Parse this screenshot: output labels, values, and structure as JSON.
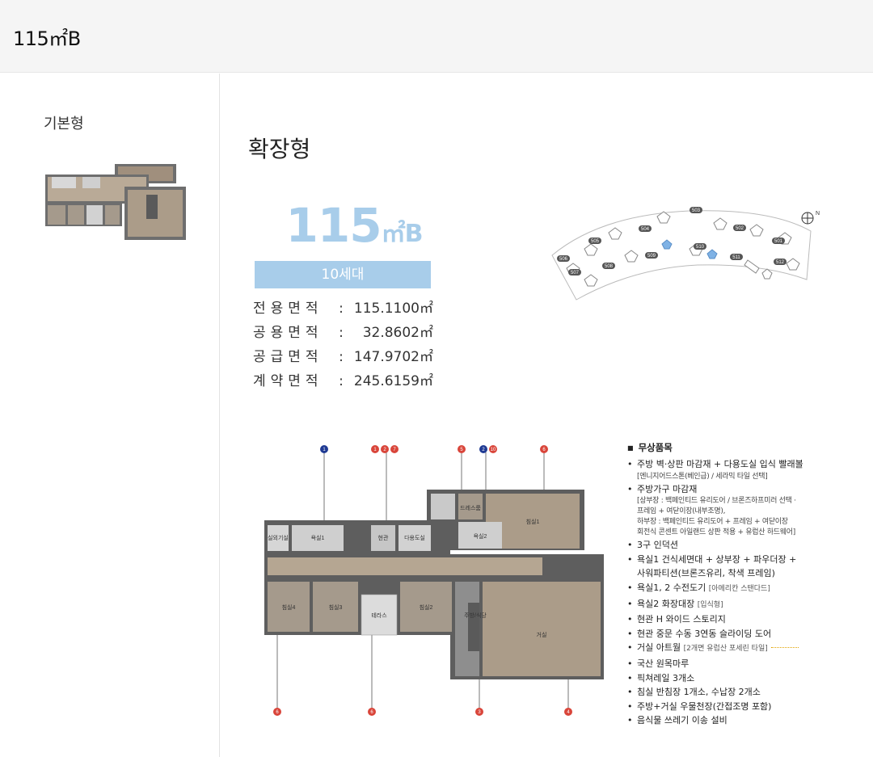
{
  "header": {
    "title": "115㎡B"
  },
  "left": {
    "label": "기본형"
  },
  "main": {
    "heading": "확장형",
    "type_number": "115",
    "type_unit": "㎡B",
    "units": "10세대",
    "areas": [
      {
        "label": "전용면적",
        "value": "115.1100㎡"
      },
      {
        "label": "공용면적",
        "value": "32.8602㎡"
      },
      {
        "label": "공급면적",
        "value": "147.9702㎡"
      },
      {
        "label": "계약면적",
        "value": "245.6159㎡"
      }
    ]
  },
  "site_map": {
    "buildings": [
      "503",
      "504",
      "505",
      "506",
      "507",
      "508",
      "509",
      "510",
      "511",
      "502",
      "501",
      "512"
    ],
    "highlight_color": "#7fb2e5",
    "compass": "N"
  },
  "plan": {
    "rooms": {
      "utility": "실외기실",
      "bath1": "욕실1",
      "entrance": "현관",
      "storage": "다용도실",
      "dress": "드레스룸",
      "bath2": "욕실2",
      "bed1": "침실1",
      "bed4": "침실4",
      "bed3": "침실3",
      "terrace": "테라스",
      "bed2": "침실2",
      "kitchen": "주방/식당",
      "living": "거실"
    },
    "markers_top": [
      {
        "nums": [
          "1"
        ],
        "color": "#1f3a93"
      },
      {
        "nums": [
          "1",
          "2",
          "7"
        ],
        "color": "#d9453a"
      },
      {
        "nums": [
          "5"
        ],
        "color": "#d9453a"
      },
      {
        "nums": [
          "2",
          "10"
        ],
        "color": "#1f3a93"
      },
      {
        "nums": [
          "6"
        ],
        "color": "#d9453a"
      }
    ],
    "markers_bottom": [
      "6",
      "6",
      "3",
      "4"
    ],
    "marker_red": "#d9453a",
    "marker_blue": "#1f3a93"
  },
  "options": {
    "title": "무상품목",
    "items": [
      {
        "text": "주방 벽·상판 마감재 + 다용도실 입식 빨래볼",
        "sub": [
          "[엔니지어드스톤(베인급) / 세라믹 타일 선택]"
        ]
      },
      {
        "text": "주방가구 마감재",
        "sub": [
          "[상부장 : 백페인티드 유리도어 / 브론즈하프미러 선택 ·",
          "프레임 + 여닫이장(내부조명),",
          "하부장 : 백페인티드 유리도어 + 프레임 + 여닫이장",
          "회전식 콘센트 아일랜드 상판 적용 + 유럽산 하드웨어]"
        ]
      },
      {
        "text": "3구 인덕션",
        "sub": []
      },
      {
        "text": "욕실1 건식세면대 + 상부장 + 파우더장 +",
        "sub": []
      },
      {
        "text": "사워파티션(브론즈유리, 착색 프레임)",
        "sub": [],
        "cont": true
      },
      {
        "text": "욕실1, 2 수전도기",
        "note": "[아메리칸 스탠다드]",
        "sub": []
      },
      {
        "text": "욕실2 화장대장",
        "note": "[입식형]",
        "sub": []
      },
      {
        "text": "현관 H 와이드 스토리지",
        "sub": []
      },
      {
        "text": "현관 중문 수동 3연동 슬라이딩 도어",
        "sub": []
      },
      {
        "text": "거실 아트월",
        "note": "[2개면 유럽산 포세린 타일]",
        "dots": true,
        "sub": []
      },
      {
        "text": "국산 원목마루",
        "sub": []
      },
      {
        "text": "픽쳐레일 3개소",
        "sub": []
      },
      {
        "text": "침실 반침장 1개소, 수납장 2개소",
        "sub": []
      },
      {
        "text": "주방+거실 우물천장(간접조명 포함)",
        "sub": []
      },
      {
        "text": "음식물 쓰레기 이송 설비",
        "sub": []
      }
    ]
  }
}
